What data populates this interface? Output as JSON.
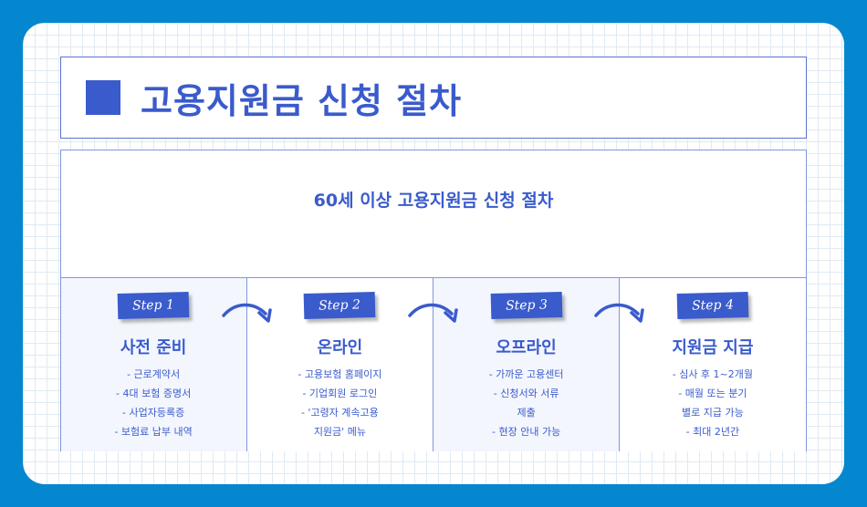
{
  "header": {
    "title": "고용지원금 신청 절차"
  },
  "diagram": {
    "subtitle": "60세 이상 고용지원금 신청 절차",
    "steps": [
      {
        "tag": "Step 1",
        "name": "사전 준비",
        "items": [
          "- 근로계약서",
          "- 4대 보험 증명서",
          "- 사업자등록증",
          "- 보험료 납부 내역"
        ]
      },
      {
        "tag": "Step 2",
        "name": "온라인",
        "items": [
          "- 고용보험 홈페이지",
          "- 기업회원 로그인",
          "- '고령자 계속고용",
          "지원금' 메뉴"
        ]
      },
      {
        "tag": "Step 3",
        "name": "오프라인",
        "items": [
          "- 가까운 고용센터",
          "- 신청서와 서류",
          "제출",
          "- 현장 안내 가능"
        ]
      },
      {
        "tag": "Step 4",
        "name": "지원금 지급",
        "items": [
          "- 심사 후 1~2개월",
          "- 매월 또는 분기",
          "별로 지급 가능",
          "- 최대 2년간"
        ]
      }
    ],
    "arrow_icons": [
      "curved-arrow-right-icon",
      "curved-arrow-right-icon",
      "curved-arrow-right-icon"
    ]
  },
  "colors": {
    "background": "#0487cf",
    "accent": "#3a5bcc",
    "border": "#7f97dd",
    "alt_step_bg": "#f3f6fd"
  }
}
